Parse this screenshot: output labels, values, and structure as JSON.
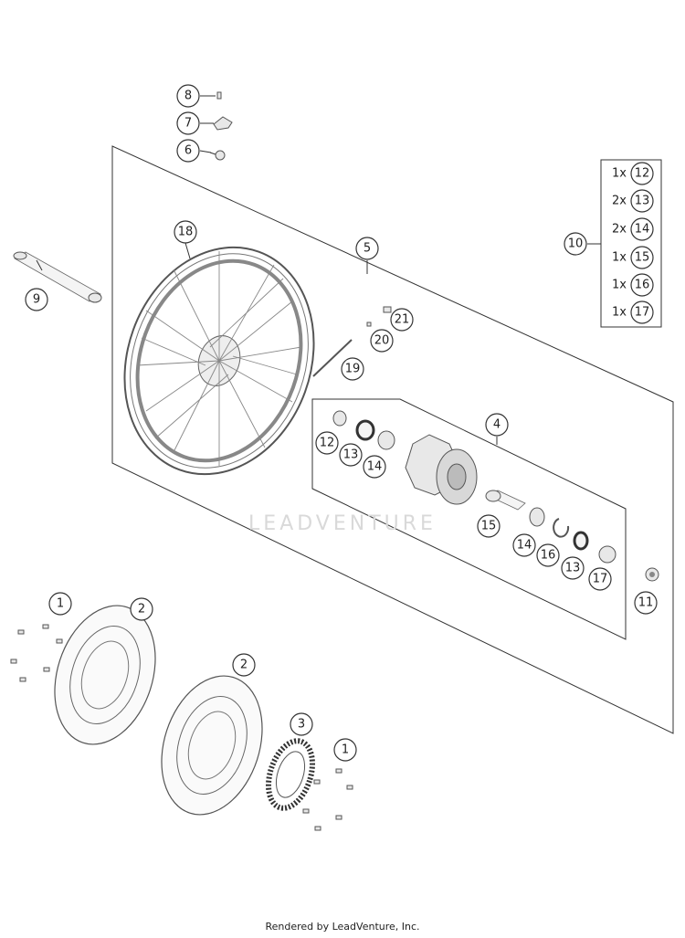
{
  "callouts": {
    "c1": "1",
    "c2": "2",
    "c3": "3",
    "c4": "4",
    "c5": "5",
    "c6": "6",
    "c7": "7",
    "c8": "8",
    "c9": "9",
    "c10": "10",
    "c11": "11",
    "c12": "12",
    "c13": "13",
    "c14": "14",
    "c15": "15",
    "c16": "16",
    "c17": "17",
    "c18": "18",
    "c19": "19",
    "c20": "20",
    "c21": "21"
  },
  "kit": {
    "rows": [
      {
        "qty": "1x",
        "part": "12"
      },
      {
        "qty": "2x",
        "part": "13"
      },
      {
        "qty": "2x",
        "part": "14"
      },
      {
        "qty": "1x",
        "part": "15"
      },
      {
        "qty": "1x",
        "part": "16"
      },
      {
        "qty": "1x",
        "part": "17"
      }
    ]
  },
  "watermark": "LEADVENTURE",
  "footer": "Rendered by LeadVenture, Inc."
}
